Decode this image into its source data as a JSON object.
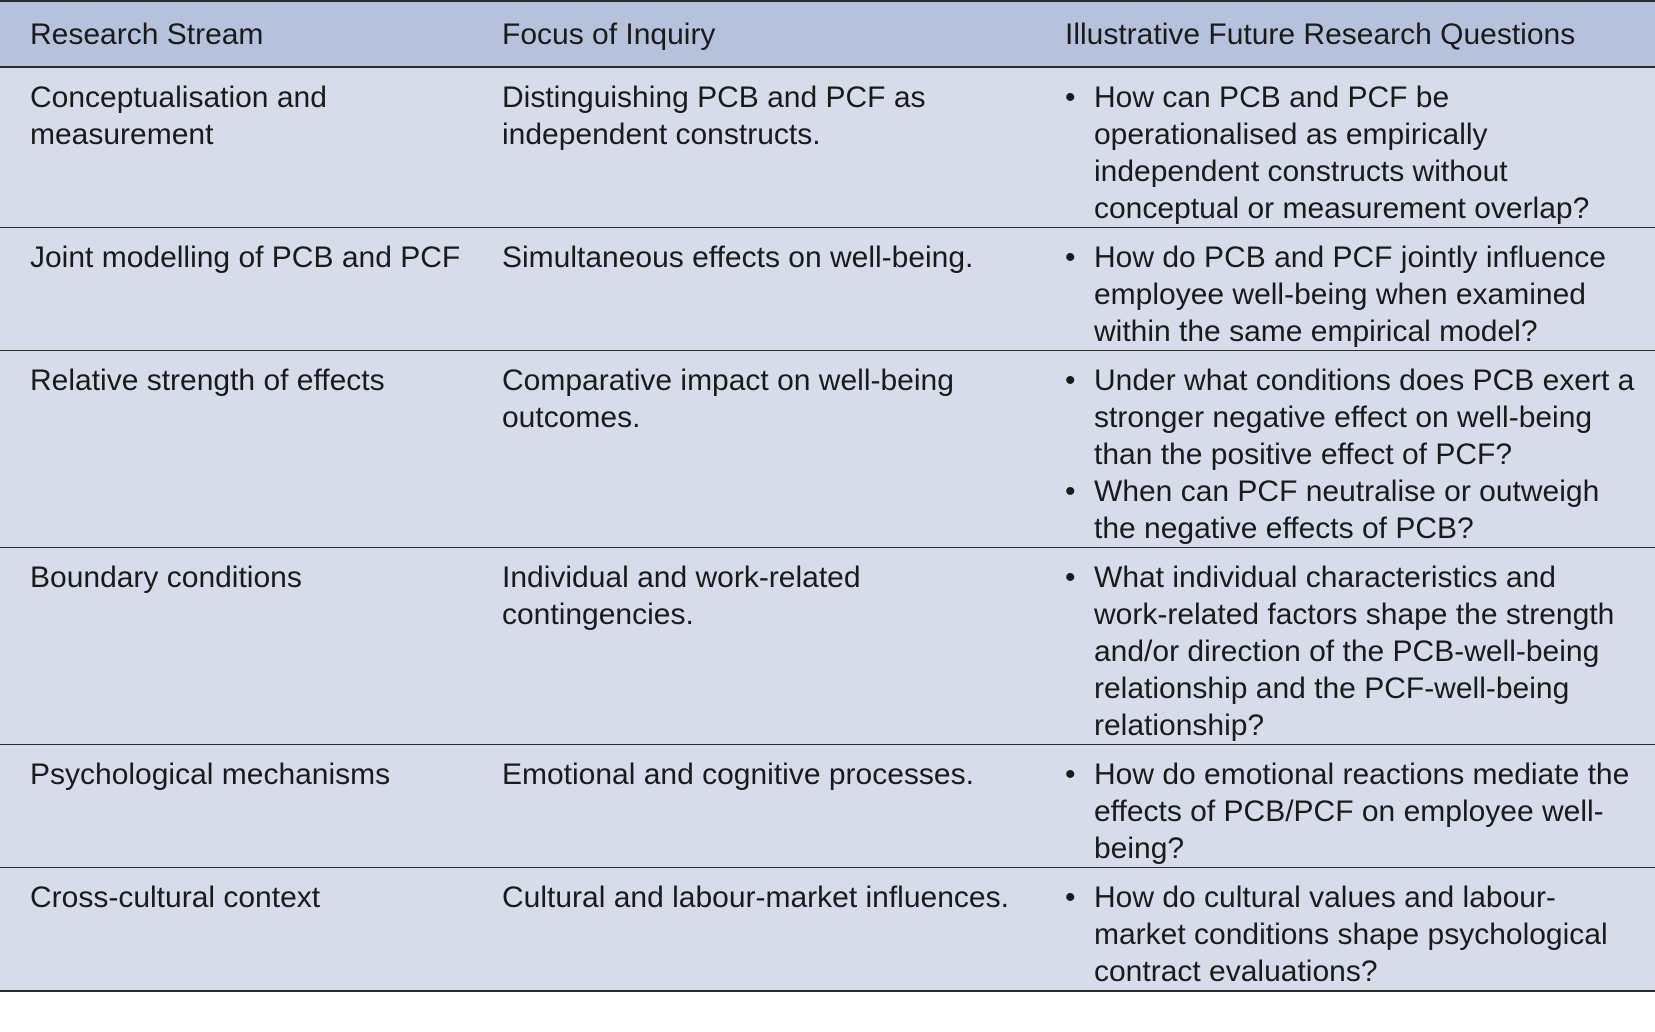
{
  "headers": {
    "col1": "Research Stream",
    "col2": "Focus of Inquiry",
    "col3": "Illustrative Future Research Questions"
  },
  "bullet_symbol": "•",
  "rows": [
    {
      "stream": "Conceptualisation and measurement",
      "focus": "Distinguishing PCB and PCF as independent constructs.",
      "questions": [
        "How can PCB and PCF be operationalised as empirically independent constructs without conceptual or measurement overlap?"
      ]
    },
    {
      "stream": "Joint modelling of PCB and PCF",
      "focus": "Simultaneous effects on well-being.",
      "questions": [
        "How do PCB and PCF jointly influence employee well-being when examined within the same empirical model?"
      ]
    },
    {
      "stream": "Relative strength of effects",
      "focus": "Comparative impact on well-being outcomes.",
      "questions": [
        "Under what conditions does PCB exert a stronger negative effect on well-being than the positive effect of PCF?",
        "When can PCF neutralise or outweigh the negative effects of PCB?"
      ]
    },
    {
      "stream": "Boundary conditions",
      "focus": "Individual and work-related contingencies.",
      "questions": [
        "What individual characteristics and work-related factors shape the strength and/or direction of the PCB-well-being relationship and the PCF-well-being relationship?"
      ]
    },
    {
      "stream": "Psychological mechanisms",
      "focus": "Emotional and cognitive processes.",
      "questions": [
        "How do emotional reactions mediate the effects of PCB/PCF on employee well-being?"
      ]
    },
    {
      "stream": "Cross-cultural context",
      "focus": "Cultural and labour-market influences.",
      "questions": [
        "How do cultural values and labour-market conditions shape psychological contract evaluations?"
      ]
    }
  ]
}
